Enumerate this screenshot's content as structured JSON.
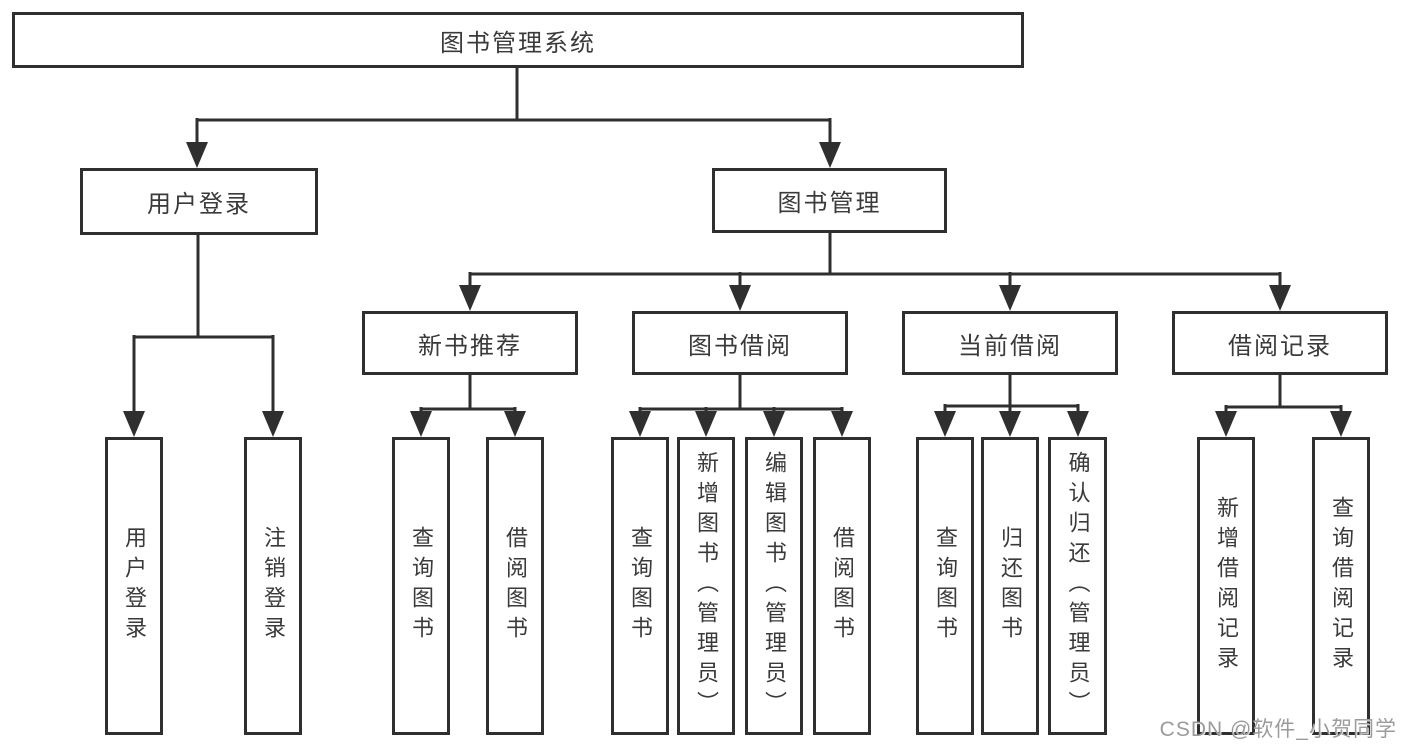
{
  "tree": {
    "root": {
      "label": "图书管理系统",
      "children": [
        {
          "label": "用户登录",
          "children": [
            {
              "label": "用户登录"
            },
            {
              "label": "注销登录"
            }
          ]
        },
        {
          "label": "图书管理",
          "children": [
            {
              "label": "新书推荐",
              "children": [
                {
                  "label": "查询图书"
                },
                {
                  "label": "借阅图书"
                }
              ]
            },
            {
              "label": "图书借阅",
              "children": [
                {
                  "label": "查询图书"
                },
                {
                  "label": "新增图书（管理员）"
                },
                {
                  "label": "编辑图书（管理员）"
                },
                {
                  "label": "借阅图书"
                }
              ]
            },
            {
              "label": "当前借阅",
              "children": [
                {
                  "label": "查询图书"
                },
                {
                  "label": "归还图书"
                },
                {
                  "label": "确认归还（管理员）"
                }
              ]
            },
            {
              "label": "借阅记录",
              "children": [
                {
                  "label": "新增借阅记录"
                },
                {
                  "label": "查询借阅记录"
                }
              ]
            }
          ]
        }
      ]
    }
  },
  "watermark": {
    "text": "CSDN @软件_小贺同学"
  },
  "colors": {
    "line": "#2f2f2f",
    "box_border": "#2f2f2f",
    "text": "#3a3a3a",
    "background": "#ffffff",
    "watermark": "#9b9b9b"
  }
}
